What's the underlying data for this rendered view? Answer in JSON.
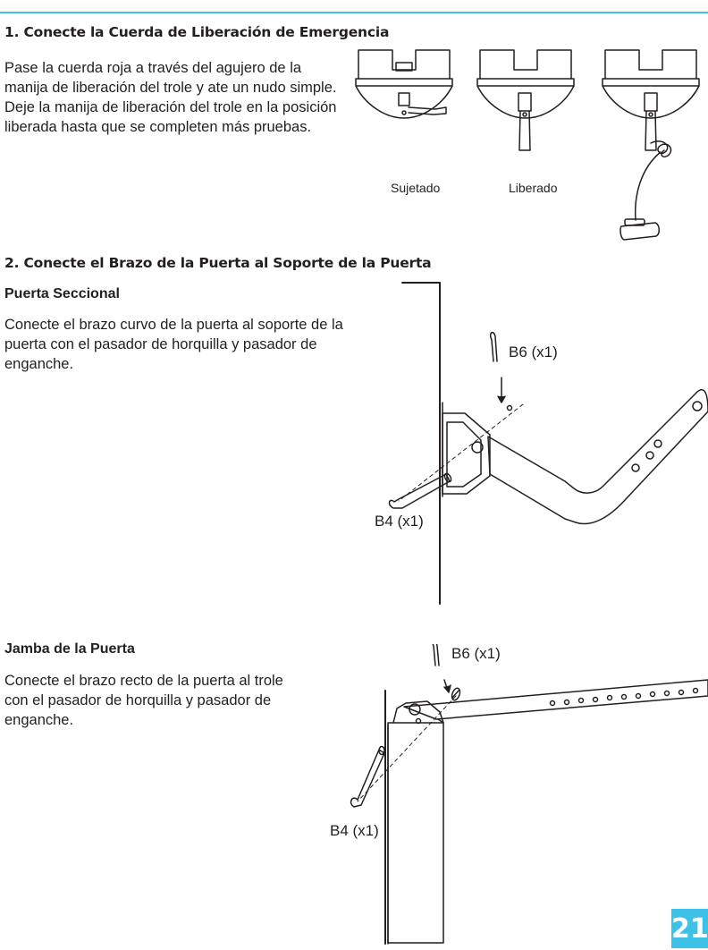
{
  "colors": {
    "accent": "#3ec1e6",
    "text": "#231f20"
  },
  "step1": {
    "heading": "1. Conecte la Cuerda de Liberación de Emergencia",
    "body": "Pase la cuerda roja a través del agujero de la manija de liberación del trole y ate un nudo simple. Deje la manija de liberación del trole en la posición liberada hasta que se completen más pruebas.",
    "caption_engaged": "Sujetado",
    "caption_released": "Liberado"
  },
  "step2": {
    "heading": "2. Conecte el Brazo de la Puerta al Soporte de la Puerta",
    "sectional": {
      "title": "Puerta Seccional",
      "body": "Conecte el brazo curvo de la puerta al soporte de la puerta con el pasador de horquilla y pasador de enganche.",
      "label_b6": "B6 (x1)",
      "label_b4": "B4 (x1)"
    },
    "jamb": {
      "title": "Jamba de la Puerta",
      "body": "Conecte el brazo recto de la puerta al trole con el pasador de horquilla y pasador de enganche.",
      "label_b6": "B6 (x1)",
      "label_b4": "B4 (x1)"
    }
  },
  "page_number": "21"
}
